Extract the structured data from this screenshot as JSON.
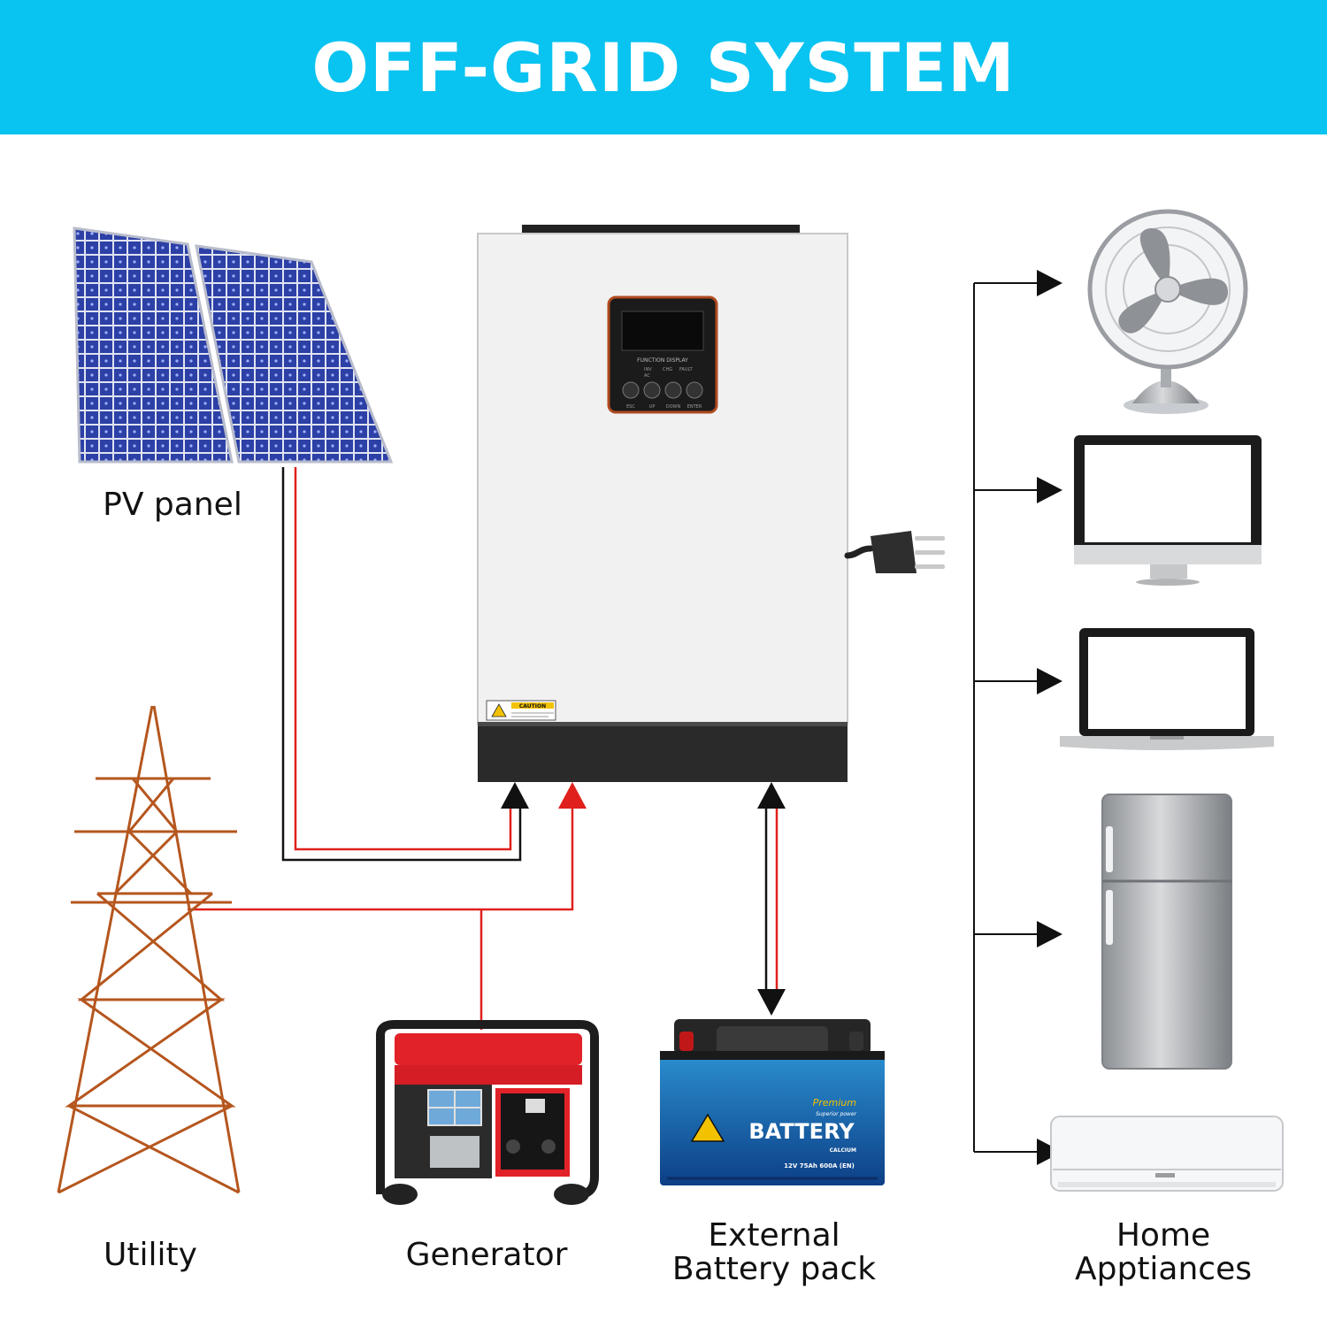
{
  "title": "OFF-GRID SYSTEM",
  "labels": {
    "pv_panel": "PV panel",
    "utility": "Utility",
    "generator": "Generator",
    "battery_pack": "External\nBattery pack",
    "home_appliances": "Home\nApptiances"
  },
  "inverter": {
    "display_label": "FUNCTION DISPLAY",
    "indicators": [
      "INV",
      "AC",
      "CHG",
      "FAULT"
    ],
    "buttons": [
      "ESC",
      "UP",
      "DOWN",
      "ENTER"
    ],
    "caution_label": "CAUTION"
  },
  "battery": {
    "brand_label": "Premium",
    "brand_sub": "Superior power",
    "name": "BATTERY",
    "type": "CALCIUM",
    "spec": "12V 75Ah 600A (EN)"
  },
  "colors": {
    "banner": "#09c3f0",
    "wire_red": "#e0201c",
    "wire_black": "#111111",
    "solar_cell": "#2b3fa8",
    "tower": "#b5561e"
  },
  "icons": [
    "solar-panel-icon",
    "pylon-icon",
    "generator-icon",
    "battery-icon",
    "inverter-icon",
    "plug-icon",
    "fan-icon",
    "monitor-icon",
    "laptop-icon",
    "fridge-icon",
    "air-conditioner-icon"
  ]
}
